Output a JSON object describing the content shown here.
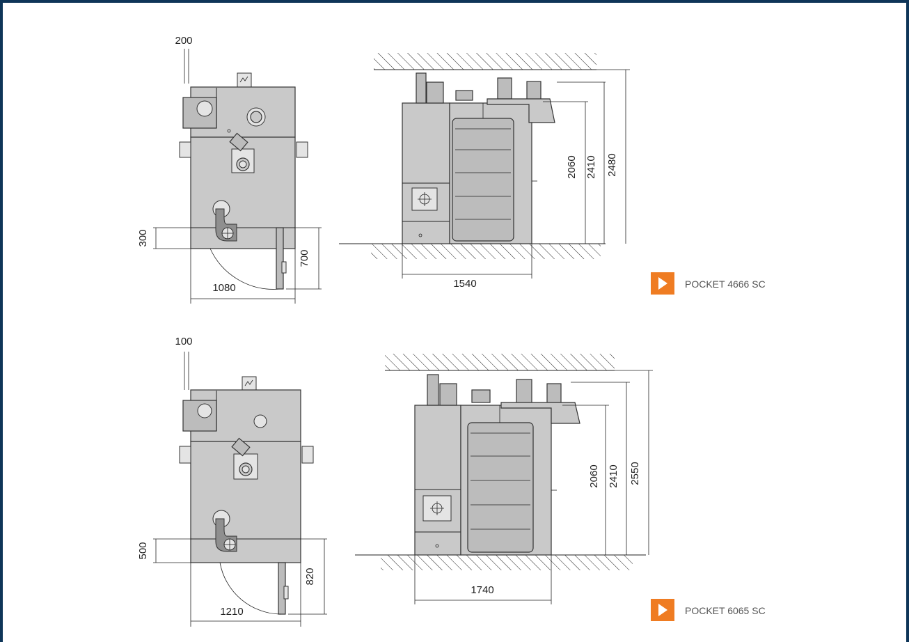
{
  "colors": {
    "frame": "#0e3558",
    "accent": "#ef7c22",
    "machine_fill": "#c9c9c9"
  },
  "icons": {
    "model_marker": "play-arrow-icon"
  },
  "models": [
    {
      "name": "POCKET 4666 SC",
      "plan_dimensions": {
        "side_clearance": "200",
        "front_width": "1080",
        "base_depth": "300",
        "door_swing": "700"
      },
      "elevation_dimensions": {
        "footprint_width": "1540",
        "height_rack": "2060",
        "height_top": "2410",
        "height_total": "2480"
      }
    },
    {
      "name": "POCKET 6065 SC",
      "plan_dimensions": {
        "side_clearance": "100",
        "front_width": "1210",
        "base_depth": "500",
        "door_swing": "820"
      },
      "elevation_dimensions": {
        "footprint_width": "1740",
        "height_rack": "2060",
        "height_top": "2410",
        "height_total": "2550"
      }
    }
  ]
}
